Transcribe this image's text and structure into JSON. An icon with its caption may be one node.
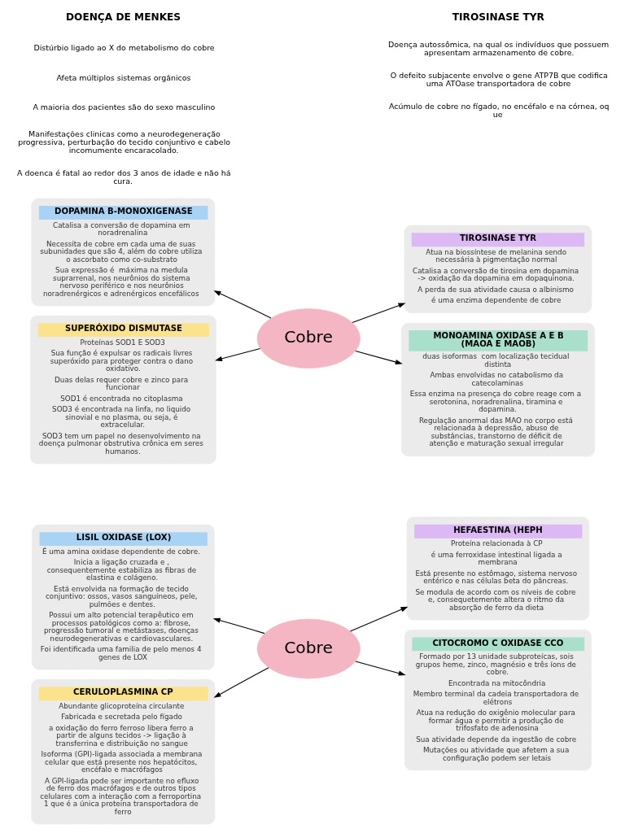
{
  "diagram": {
    "nodes": [
      {
        "text": [
          "LISIL OXIDASE (LOX)",
          "É uma amina oxidase dependente de cobre.",
          "Inicia a ligação cruzada e , consequentemente estabiliza as fibras de elastina e colágeno.",
          "Está envolvida na formação de tecido conjuntivo: ossos, vasos sanguíneos, pele, pulmões e dentes.",
          "Possui um alto potencial terapêutico em processos patológicos como a: fibrose, progressão tumoral e metástases, doenças neurodegenerativas e cardiovasculares.",
          "Foi identificada uma familia de pelo menos 4 genes de LOX"
        ]
      },
      {
        "text": [
          "HEFAESTINA (HEPH",
          "Proteína relacionada à CP",
          "é uma ferroxidase intestinal ligada a membrana",
          "Está presente no estômago, sistema nervoso entérico e nas células beta do pâncreas.",
          "Se modula de acordo com os níveis de cobre e, consequetemente altera o ritmo da absorção de ferro da dieta"
        ]
      },
      {
        "text": [
          "Cobre"
        ]
      },
      {
        "text": [
          "CERULOPLASMINA CP",
          "Abundante glicoproteína circulante",
          "Fabricada e secretada pelo fígado",
          "a oxidação do ferro ferroso libera ferro a partir de alguns tecidos -> ligação à transferrina e distribuição no sangue",
          "Isoforma (GPI)-ligada associada a membrana celular que está presente nos hepatócitos, encéfalo e macrófagos",
          "A GPI-ligada pode ser importante no efluxo de ferro dos macrófagos e de outros tipos celulares com a interação com a ferroportina 1 que é a única proteina transportadora de ferro"
        ]
      },
      {
        "text": [
          "CITOCROMO C OXIDASE CCO",
          "Formado por 13 unidade subproteícas, sois grupos heme, zinco, magnésio e três íons de cobre.",
          "Encontrada na mitocôndria",
          "Membro terminal da cadeia transportadora de elétrons",
          "Atua na redução do oxigênio molecular para formar água e permitir a produção de trifosfato de adenosina",
          "Sua atividade depende da ingestão de cobre",
          "Mutações ou atividade que afetem a sua configuração podem ser letais"
        ]
      },
      {
        "text": [
          "DOPAMINA B-MONOXIGENASE",
          "Catalisa a conversão de dopamina em noradrenalina",
          "Necessita de cobre em cada uma de suas subunidades que são 4, além do cobre utiliza o ascorbato como co-substrato",
          "Sua expressão é  máxima na medula suprarrenal, nos neurônios do sistema nervoso periférico e nos neurônios noradrenérgicos e adrenérgicos encefálicos"
        ]
      },
      {
        "text": [
          "TIROSINASE TYR",
          "Atua na biossíntese de melanina sendo necessária à pigmentação normal",
          "Catalisa a conversão de tirosina em dopamina -> oxidação da dopamina em dopaquinona.",
          "A perda de sua atividade causa o albinismo",
          "é uma enzima dependente de cobre"
        ]
      },
      {
        "text": [
          "Cobre"
        ]
      },
      {
        "text": [
          "SUPERÓXIDO DISMUTASE",
          "Proteínas SOD1 E SOD3",
          "Sua função é expulsar os radicais livres superóxido para proteger contra o dano oxidativo.",
          "Duas delas requer cobre e zinco para funcionar",
          "SOD1 é encontrada no citoplasma",
          "SOD3 é encontrada na linfa, no liquido sinovial e no plasma, ou seja, é extracelular.",
          "SOD3 tem um papel no desenvolvimento na doença pulmonar obstrutiva crônica em seres humanos."
        ]
      },
      {
        "text": [
          "MONOAMINA OXIDASE A E B (MAOA E MAOB)",
          "duas isoformas  com localização tecidual distinta",
          "Ambas envolvidas no catabolismo da catecolaminas",
          "Essa enzima na presença do cobre reage com a serotonina, noradrenalina, tiramina e dopamina.",
          "Regulação anormal das MAO no corpo está relacionada à depressão, abuso de substâncias, transtorno de déficit de atenção e maturação sexual irregular"
        ]
      }
    ],
    "edges": [
      {
        "from": 2,
        "to": 0,
        "arrow": "to"
      },
      {
        "from": 2,
        "to": 1,
        "arrow": "to"
      },
      {
        "from": 2,
        "to": 3,
        "arrow": "to"
      },
      {
        "from": 2,
        "to": 4,
        "arrow": "to"
      },
      {
        "from": 7,
        "to": 5,
        "arrow": "to"
      },
      {
        "from": 7,
        "to": 6,
        "arrow": "to"
      },
      {
        "from": 7,
        "to": 8,
        "arrow": "to"
      },
      {
        "from": 7,
        "to": 9,
        "arrow": "to"
      }
    ],
    "labels": [
      "DOENÇA DE MENKES",
      "Distúrbio ligado ao X do metabolismo do cobre",
      "Afeta múltiplos sistemas orgânicos",
      "A maioria dos pacientes são do sexo masculino",
      "Manifestações clinicas como a neurodegeneração progressiva, perturbação do tecido conjuntivo e cabelo incomumente encaracolado.",
      "A doenca é fatal ao redor dos 3 anos de idade e não há cura.",
      "TIROSINASE TYR",
      "Doença autossômica, na qual os indivíduos que possuem apresentam armazenamento de cobre.",
      "O defeito subjacente envolve o gene ATP7B que codifica uma ATOase transportadora de cobre",
      "Acúmulo de cobre no fígado, no encéfalo e na córnea, oq ue"
    ]
  }
}
